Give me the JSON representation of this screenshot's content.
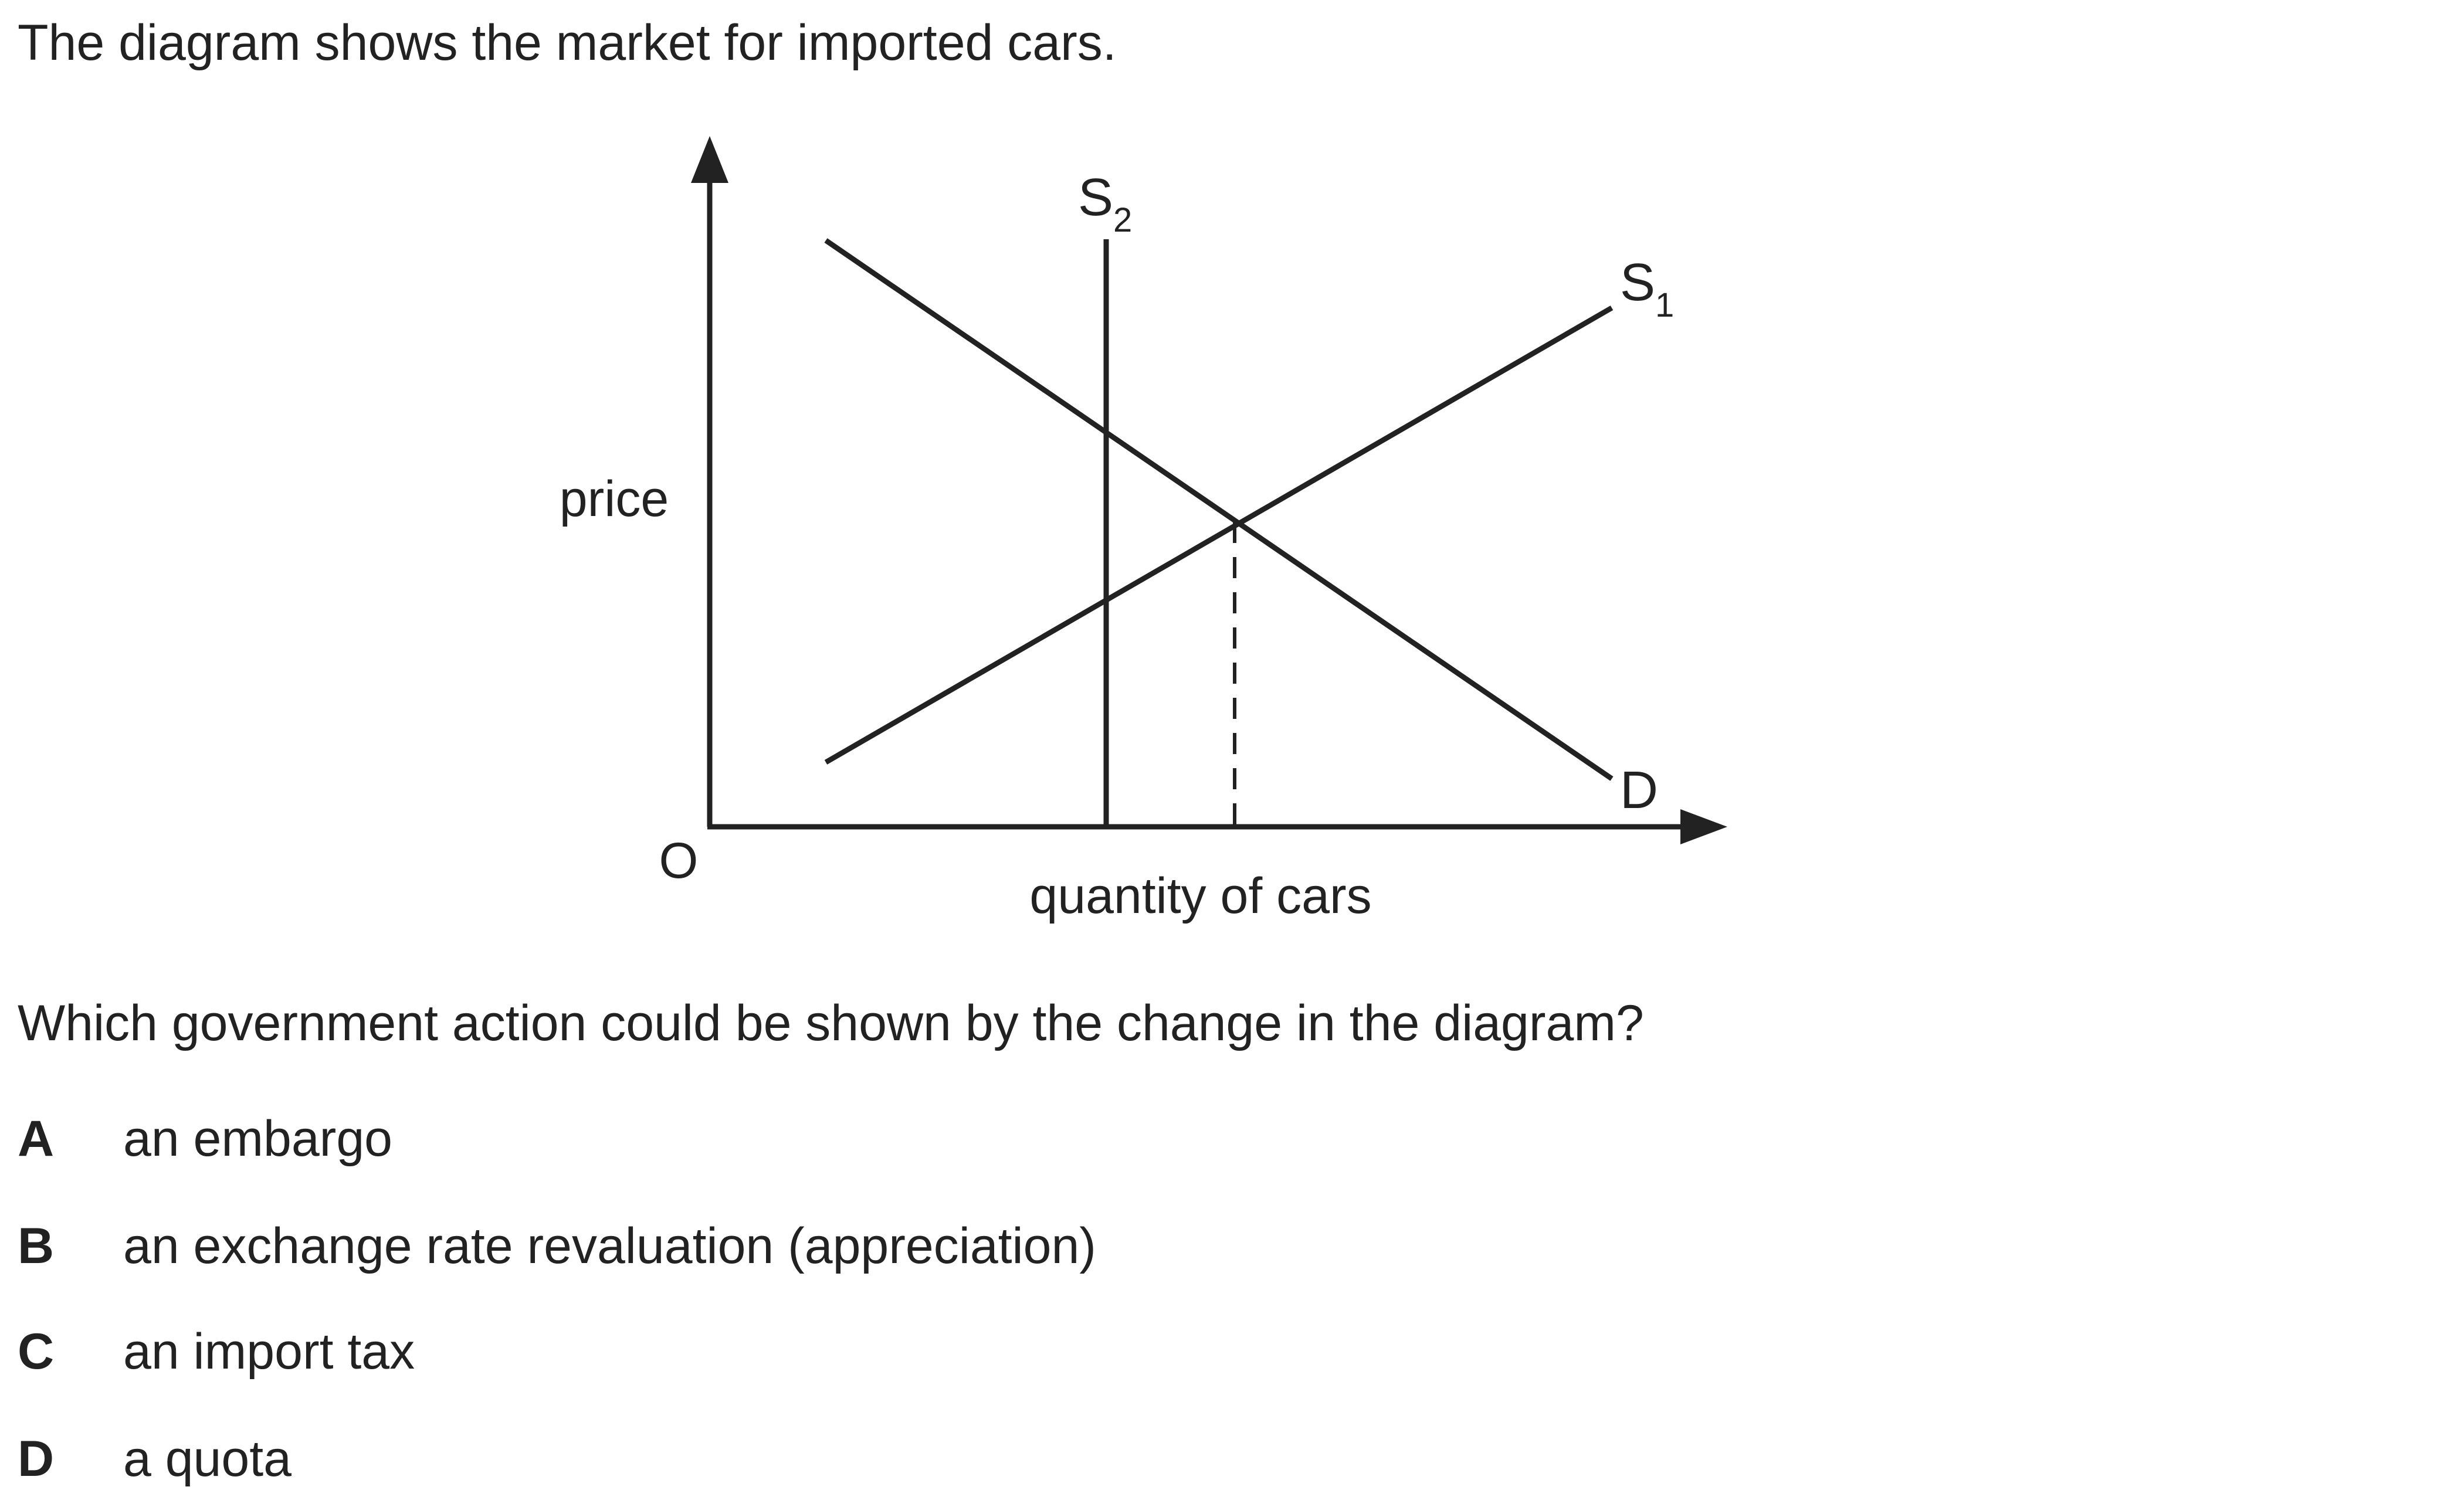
{
  "question": {
    "intro": "The diagram shows the market for imported cars.",
    "prompt": "Which government action could be shown by the change in the diagram?",
    "options": [
      {
        "letter": "A",
        "text": "an embargo"
      },
      {
        "letter": "B",
        "text": "an exchange rate revaluation (appreciation)"
      },
      {
        "letter": "C",
        "text": "an import tax"
      },
      {
        "letter": "D",
        "text": "a quota"
      }
    ]
  },
  "diagram": {
    "y_axis_label": "price",
    "x_axis_label": "quantity of cars",
    "origin_label": "O",
    "curves": {
      "s2": {
        "letter": "S",
        "subscript": "2"
      },
      "s1": {
        "letter": "S",
        "subscript": "1"
      },
      "d": {
        "letter": "D"
      }
    }
  }
}
